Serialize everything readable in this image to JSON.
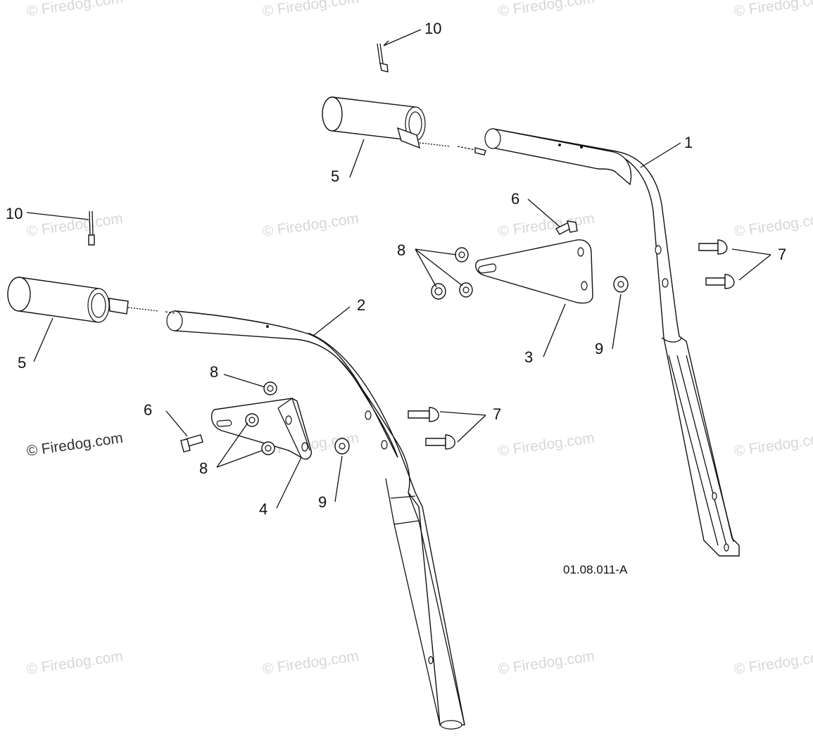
{
  "watermark": {
    "text": "© Firedog.com"
  },
  "callouts": {
    "c1": "1",
    "c2": "2",
    "c3": "3",
    "c4": "4",
    "c5a": "5",
    "c5b": "5",
    "c6a": "6",
    "c6b": "6",
    "c7a": "7",
    "c7b": "7",
    "c8a": "8",
    "c8b": "8",
    "c8c": "8",
    "c9a": "9",
    "c9b": "9",
    "c10a": "10",
    "c10b": "10"
  },
  "figure_code": "01.08.011-A"
}
